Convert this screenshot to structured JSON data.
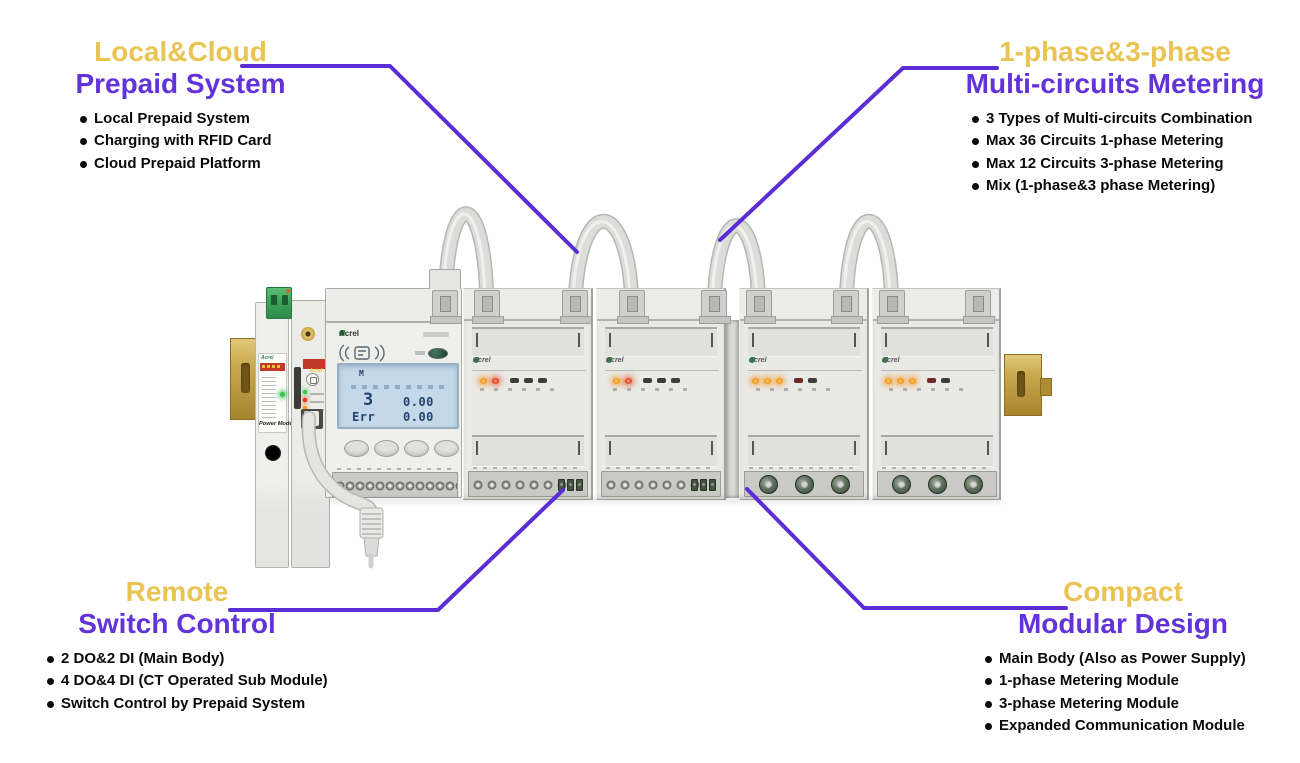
{
  "colors": {
    "title_yellow": "#E9C453",
    "title_purple": "#6233D8",
    "line_purple": "#5B2ED5",
    "bullet_black": "#0A0A0A",
    "led_orange": "#F59A23",
    "led_red": "#E8431C",
    "led_green": "#39C24D",
    "lcd_bg": "#C3D8E9",
    "lcd_text": "#24426E",
    "din_rail_gold": "#C9A84E",
    "terminal_block_green": "#3FA75C"
  },
  "callouts": {
    "top_left": {
      "title_accent": "Local&Cloud",
      "title_main": "Prepaid System",
      "bullets": [
        "Local Prepaid System",
        "Charging with RFID Card",
        "Cloud Prepaid Platform"
      ]
    },
    "top_right": {
      "title_accent": "1-phase&3-phase",
      "title_main": "Multi-circuits Metering",
      "bullets": [
        "3 Types of Multi-circuits Combination",
        "Max 36 Circuits 1-phase Metering",
        "Max 12 Circuits 3-phase Metering",
        "Mix (1-phase&3 phase Metering)"
      ]
    },
    "bottom_left": {
      "title_accent": "Remote",
      "title_main": "Switch Control",
      "bullets": [
        "2 DO&2 DI (Main Body)",
        "4 DO&4 DI (CT Operated Sub Module)",
        "Switch Control by Prepaid System"
      ]
    },
    "bottom_right": {
      "title_accent": "Compact",
      "title_main": "Modular Design",
      "bullets": [
        "Main Body (Also as Power Supply)",
        "1-phase Metering Module",
        "3-phase Metering Module",
        "Expanded Communication Module"
      ]
    }
  },
  "device": {
    "brand": "Acrel",
    "power_module": {
      "label": "Power Mode"
    },
    "main_body": {
      "lcd": {
        "mode": "M",
        "row1_value": "3",
        "row1_reading": "0.00",
        "row2_value": "Err",
        "row2_reading": "0.00"
      }
    }
  }
}
